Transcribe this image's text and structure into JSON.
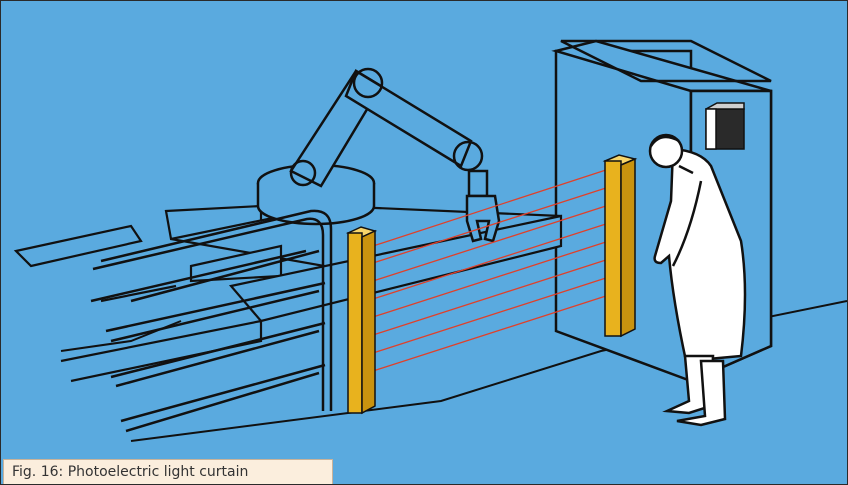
{
  "figure": {
    "caption": "Fig. 16: Photoelectric light curtain",
    "colors": {
      "background": "#5aaadf",
      "line": "#111111",
      "surface": "#ffffff",
      "curtain_post": "#e8b21e",
      "light_beam": "#e0402a",
      "caption_bg": "#fbeedd"
    },
    "objects": [
      "robot-arm",
      "conveyor",
      "guard-railing",
      "light-curtain-emitter",
      "light-curtain-receiver",
      "light-beams",
      "control-cabinet",
      "operator-figure"
    ]
  }
}
